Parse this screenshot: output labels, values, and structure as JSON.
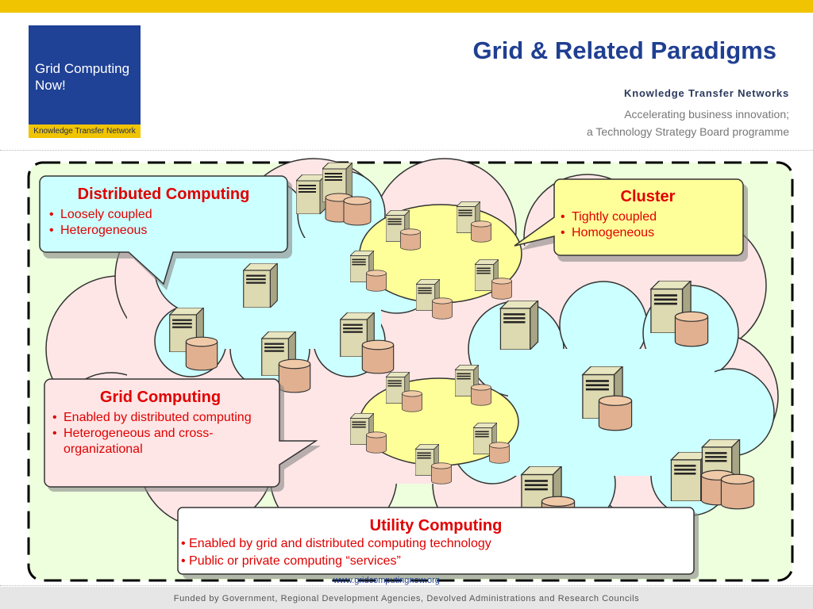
{
  "header": {
    "logo_text": "Grid Computing\nNow!",
    "logo_strip": "Knowledge Transfer Network",
    "title": "Grid & Related Paradigms",
    "ktn": "Knowledge Transfer Networks",
    "tagline_1": "Accelerating business innovation;",
    "tagline_2": "a Technology Strategy Board programme"
  },
  "callouts": {
    "distributed": {
      "title": "Distributed Computing",
      "items": [
        "Loosely coupled",
        "Heterogeneous"
      ]
    },
    "cluster": {
      "title": "Cluster",
      "items": [
        "Tightly coupled",
        "Homogeneous"
      ]
    },
    "grid": {
      "title": "Grid Computing",
      "items": [
        "Enabled by distributed computing",
        "Heterogeneous and cross-organizational"
      ]
    },
    "utility": {
      "title": "Utility Computing",
      "items": [
        "• Enabled by grid and distributed computing technology",
        "• Public or private computing “services”"
      ]
    }
  },
  "url": "www.gridcomputingnow.org",
  "footer": "Funded by Government, Regional Development Agencies, Devolved Administrations and Research Councils",
  "colors": {
    "brand_blue": "#1f4196",
    "accent_yellow": "#f0c400",
    "callout_red": "#e00000",
    "cloud_cyan": "#ccffff",
    "cloud_pink": "#ffe6e6",
    "cluster_yellow": "#ffff99",
    "background_green": "#eeffdd"
  }
}
